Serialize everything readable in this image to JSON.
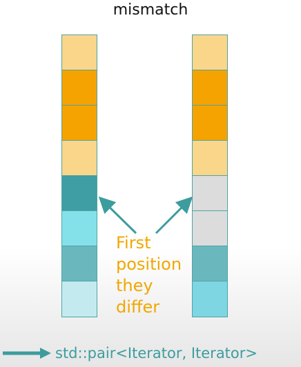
{
  "title": "mismatch",
  "left_range": {
    "cells": [
      {
        "color": "#f9d68a"
      },
      {
        "color": "#f5a300"
      },
      {
        "color": "#f5a300"
      },
      {
        "color": "#f9d68a"
      },
      {
        "color": "#3e9ea3"
      },
      {
        "color": "#84e1ea"
      },
      {
        "color": "#6ab8bd"
      },
      {
        "color": "#c3ebef"
      }
    ]
  },
  "right_range": {
    "cells": [
      {
        "color": "#f9d68a"
      },
      {
        "color": "#f5a300"
      },
      {
        "color": "#f5a300"
      },
      {
        "color": "#f9d68a"
      },
      {
        "color": "#dcdcdc"
      },
      {
        "color": "#dcdcdc"
      },
      {
        "color": "#6ab8bd"
      },
      {
        "color": "#7dd6e2"
      }
    ]
  },
  "caption": {
    "lines": [
      "First",
      "position",
      "they",
      "differ"
    ],
    "color": "#f0a800"
  },
  "result": {
    "text": "std::pair<Iterator, Iterator>",
    "color": "#3d9c9e"
  },
  "arrow_color": "#3d9c9e"
}
